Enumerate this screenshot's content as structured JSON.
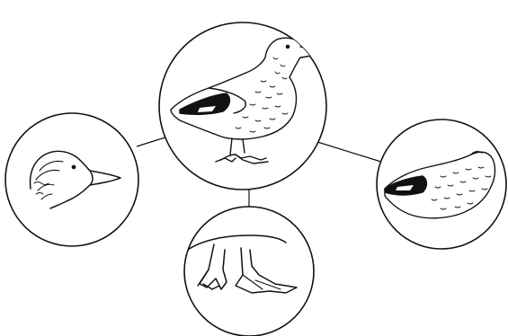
{
  "diagram": {
    "central": {
      "name": "duck-whole",
      "icon": "duck-icon"
    },
    "satellites": [
      {
        "name": "duck-head",
        "icon": "duck-head-icon"
      },
      {
        "name": "duck-feet",
        "icon": "duck-feet-icon"
      },
      {
        "name": "duck-body-swimming",
        "icon": "duck-swimming-icon"
      }
    ],
    "stroke_color": "#111111",
    "fill_color": "#ffffff"
  }
}
